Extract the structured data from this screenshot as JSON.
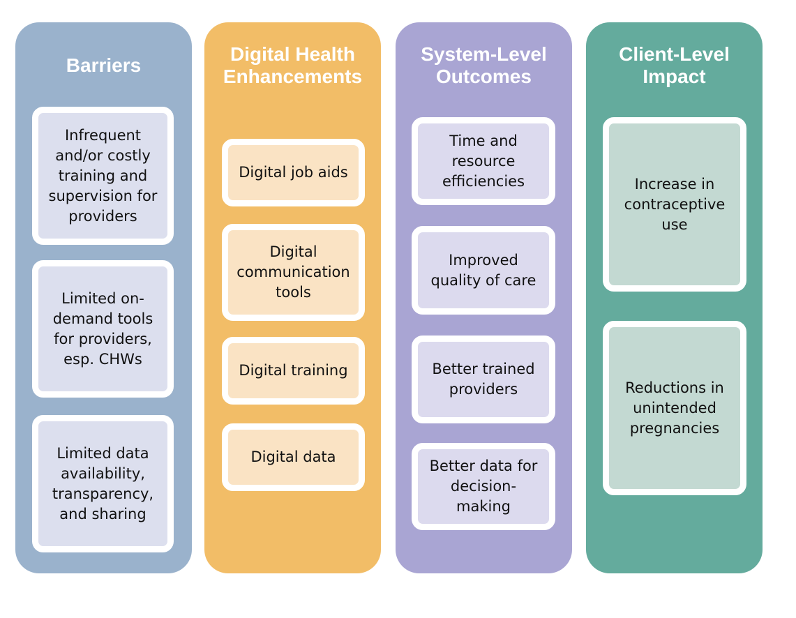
{
  "columns": [
    {
      "title": "Barriers",
      "color": "#9ab2cc",
      "fill": "#dcdfee",
      "items": [
        "Infrequent and/or costly training and supervision for providers",
        "Limited on-demand tools for providers, esp. CHWs",
        "Limited data availability, transparency, and sharing"
      ]
    },
    {
      "title": "Digital Health Enhancements",
      "color": "#f2bd67",
      "fill": "#fae3c4",
      "items": [
        "Digital job aids",
        "Digital communication tools",
        "Digital training",
        "Digital data"
      ]
    },
    {
      "title": "System-Level Outcomes",
      "color": "#a9a5d3",
      "fill": "#dcdaee",
      "items": [
        "Time and resource efficiencies",
        "Improved quality of care",
        "Better trained providers",
        "Better data for decision-making"
      ]
    },
    {
      "title": "Client-Level Impact",
      "color": "#64ab9d",
      "fill": "#c3d9d2",
      "items": [
        "Increase in contraceptive use",
        "Reductions in unintended pregnancies"
      ]
    }
  ]
}
